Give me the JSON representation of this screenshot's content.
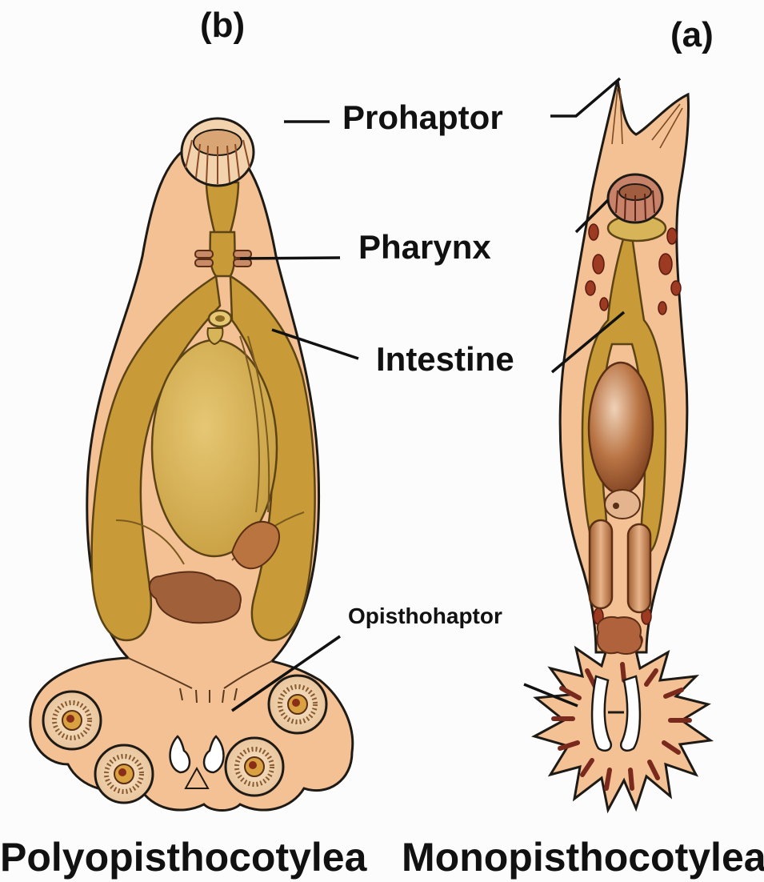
{
  "panels": {
    "left_tag": "(b)",
    "right_tag": "(a)"
  },
  "labels": {
    "prohaptor": "Prohaptor",
    "pharynx": "Pharynx",
    "intestine": "Intestine",
    "opisthohaptor": "Opisthohaptor"
  },
  "classes": {
    "left": "Polyopisthocotylea",
    "right": "Monopisthocotylea"
  },
  "colors": {
    "body": "#f4c195",
    "intestine": "#c99b38",
    "ovary": "#d8b458",
    "reproductive": "#a0603a",
    "outline": "#1e1a16"
  }
}
